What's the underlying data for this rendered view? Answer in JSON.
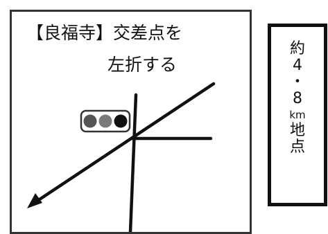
{
  "instruction": {
    "line1": "【良福寺】交差点を",
    "line2": "左折する"
  },
  "side_panel": {
    "chars": [
      "約",
      "4",
      "・",
      "8",
      "km",
      "地",
      "点"
    ]
  },
  "colors": {
    "border": "#333333",
    "ink": "#111111",
    "signal_lamp_1": "#555555",
    "signal_lamp_2": "#7a7a7a",
    "signal_lamp_3": "#111111"
  },
  "icons": [
    "traffic-signal-icon",
    "left-turn-arrow-icon"
  ]
}
